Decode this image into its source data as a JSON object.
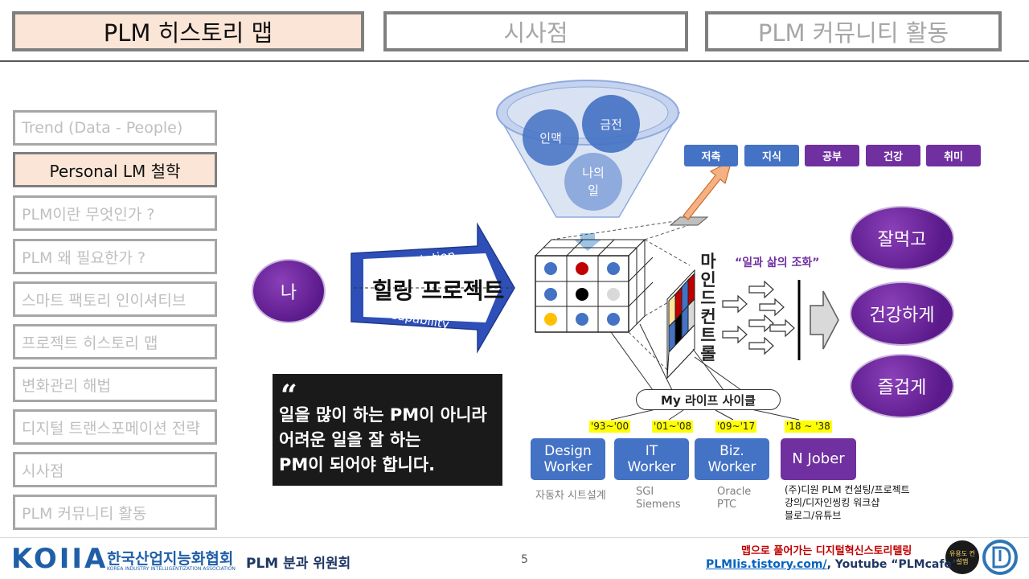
{
  "top_tabs": [
    "PLM 히스토리 맵",
    "시사점",
    "PLM 커뮤니티 활동"
  ],
  "side_menu": [
    "Trend (Data - People)",
    "Personal LM 철학",
    "PLM이란 무엇인가 ?",
    "PLM 왜 필요한가 ?",
    "스마트 팩토리 인이셔티브",
    "프로젝트 히스토리 맵",
    "변화관리 해법",
    "디지털 트랜스포메이션 전략",
    "시사점",
    "PLM 커뮤니티 활동"
  ],
  "me_label": "나",
  "arrow": {
    "title": "힐링 프로젝트",
    "top": "expectation",
    "bottom": "Capability"
  },
  "funnel": {
    "c1": "인맥",
    "c2": "금전",
    "c3_line1": "나의",
    "c3_line2": "일"
  },
  "tags": [
    {
      "label": "저축",
      "color": "#4472c4"
    },
    {
      "label": "지식",
      "color": "#4472c4"
    },
    {
      "label": "공부",
      "color": "#7030a0"
    },
    {
      "label": "건강",
      "color": "#7030a0"
    },
    {
      "label": "취미",
      "color": "#7030a0"
    }
  ],
  "mind_control": [
    "마",
    "인",
    "드",
    "컨",
    "트",
    "롤"
  ],
  "harmony": "“일과 삶의 조화”",
  "outcomes": [
    "잘먹고",
    "건강하게",
    "즐겁게"
  ],
  "life_cycle": "My 라이프 사이클",
  "years": [
    "'93~'00",
    "'01~'08",
    "'09~'17",
    "'18 ~ '38"
  ],
  "workers": [
    {
      "line1": "Design",
      "line2": "Worker"
    },
    {
      "line1": "IT",
      "line2": "Worker"
    },
    {
      "line1": "Biz.",
      "line2": "Worker"
    },
    {
      "line1": "N Jober",
      "line2": ""
    }
  ],
  "notes": {
    "n1": "자동차 시트설계",
    "n2_line1": "SGI",
    "n2_line2": "Siemens",
    "n3_line1": "Oracle",
    "n3_line2": "PTC",
    "n4_line1": "(주)디원 PLM 컨설팅/프로젝트",
    "n4_line2": "강의/디자인씽킹  워크샵",
    "n4_line3": "블로그/유튜브"
  },
  "quote": {
    "mark": "“",
    "line1": "일을 많이 하는 PM이 아니라",
    "line2": "어려운 일을 잘 하는",
    "line3": "PM이 되어야 합니다."
  },
  "footer": {
    "logo_text": "KOIIA",
    "org_kr": "한국산업지능화협회",
    "org_en": "KOREA INDUSTRY INTELLIGENTIZATION ASSOCIATION",
    "committee": "PLM 분과 위원회",
    "page": "5",
    "tagline": "맵으로 풀어가는 디지털혁신스토리텔링",
    "link": "PLMIis.tistory.com/",
    "youtube": ", Youtube “PLMcafe”",
    "badge_text": "유용도 컨설맵"
  },
  "colors": {
    "blue": "#4472c4",
    "purple": "#7030a0",
    "tab_active": "#fbe5d6",
    "tagline_red": "#c00000"
  }
}
